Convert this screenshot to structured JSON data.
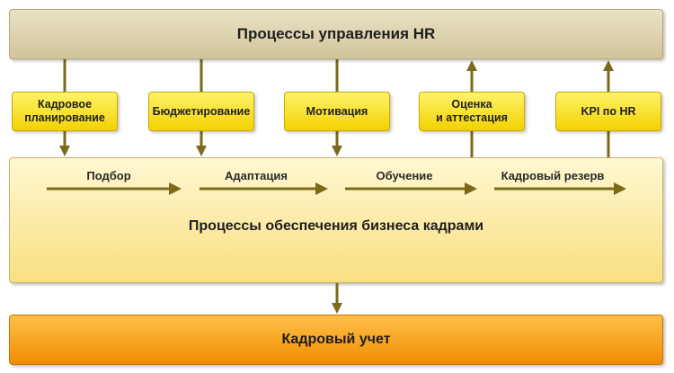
{
  "top": {
    "title": "Процессы управления HR"
  },
  "functions": [
    {
      "label": "Кадровое\nпланирование",
      "direction": "down"
    },
    {
      "label": "Бюджетирование",
      "direction": "down"
    },
    {
      "label": "Мотивация",
      "direction": "down"
    },
    {
      "label": "Оценка\nи аттестация",
      "direction": "up"
    },
    {
      "label": "KPI по HR",
      "direction": "up"
    }
  ],
  "middle": {
    "title": "Процессы обеспечения бизнеса кадрами",
    "steps": [
      "Подбор",
      "Адаптация",
      "Обучение",
      "Кадровый резерв"
    ]
  },
  "bottom": {
    "title": "Кадровый учет"
  },
  "colors": {
    "top": "#d8cca4",
    "function_box": "#f7df1e",
    "middle": "#fbe9a0",
    "bottom": "#f6a321",
    "arrow": "#7a6a1a"
  }
}
